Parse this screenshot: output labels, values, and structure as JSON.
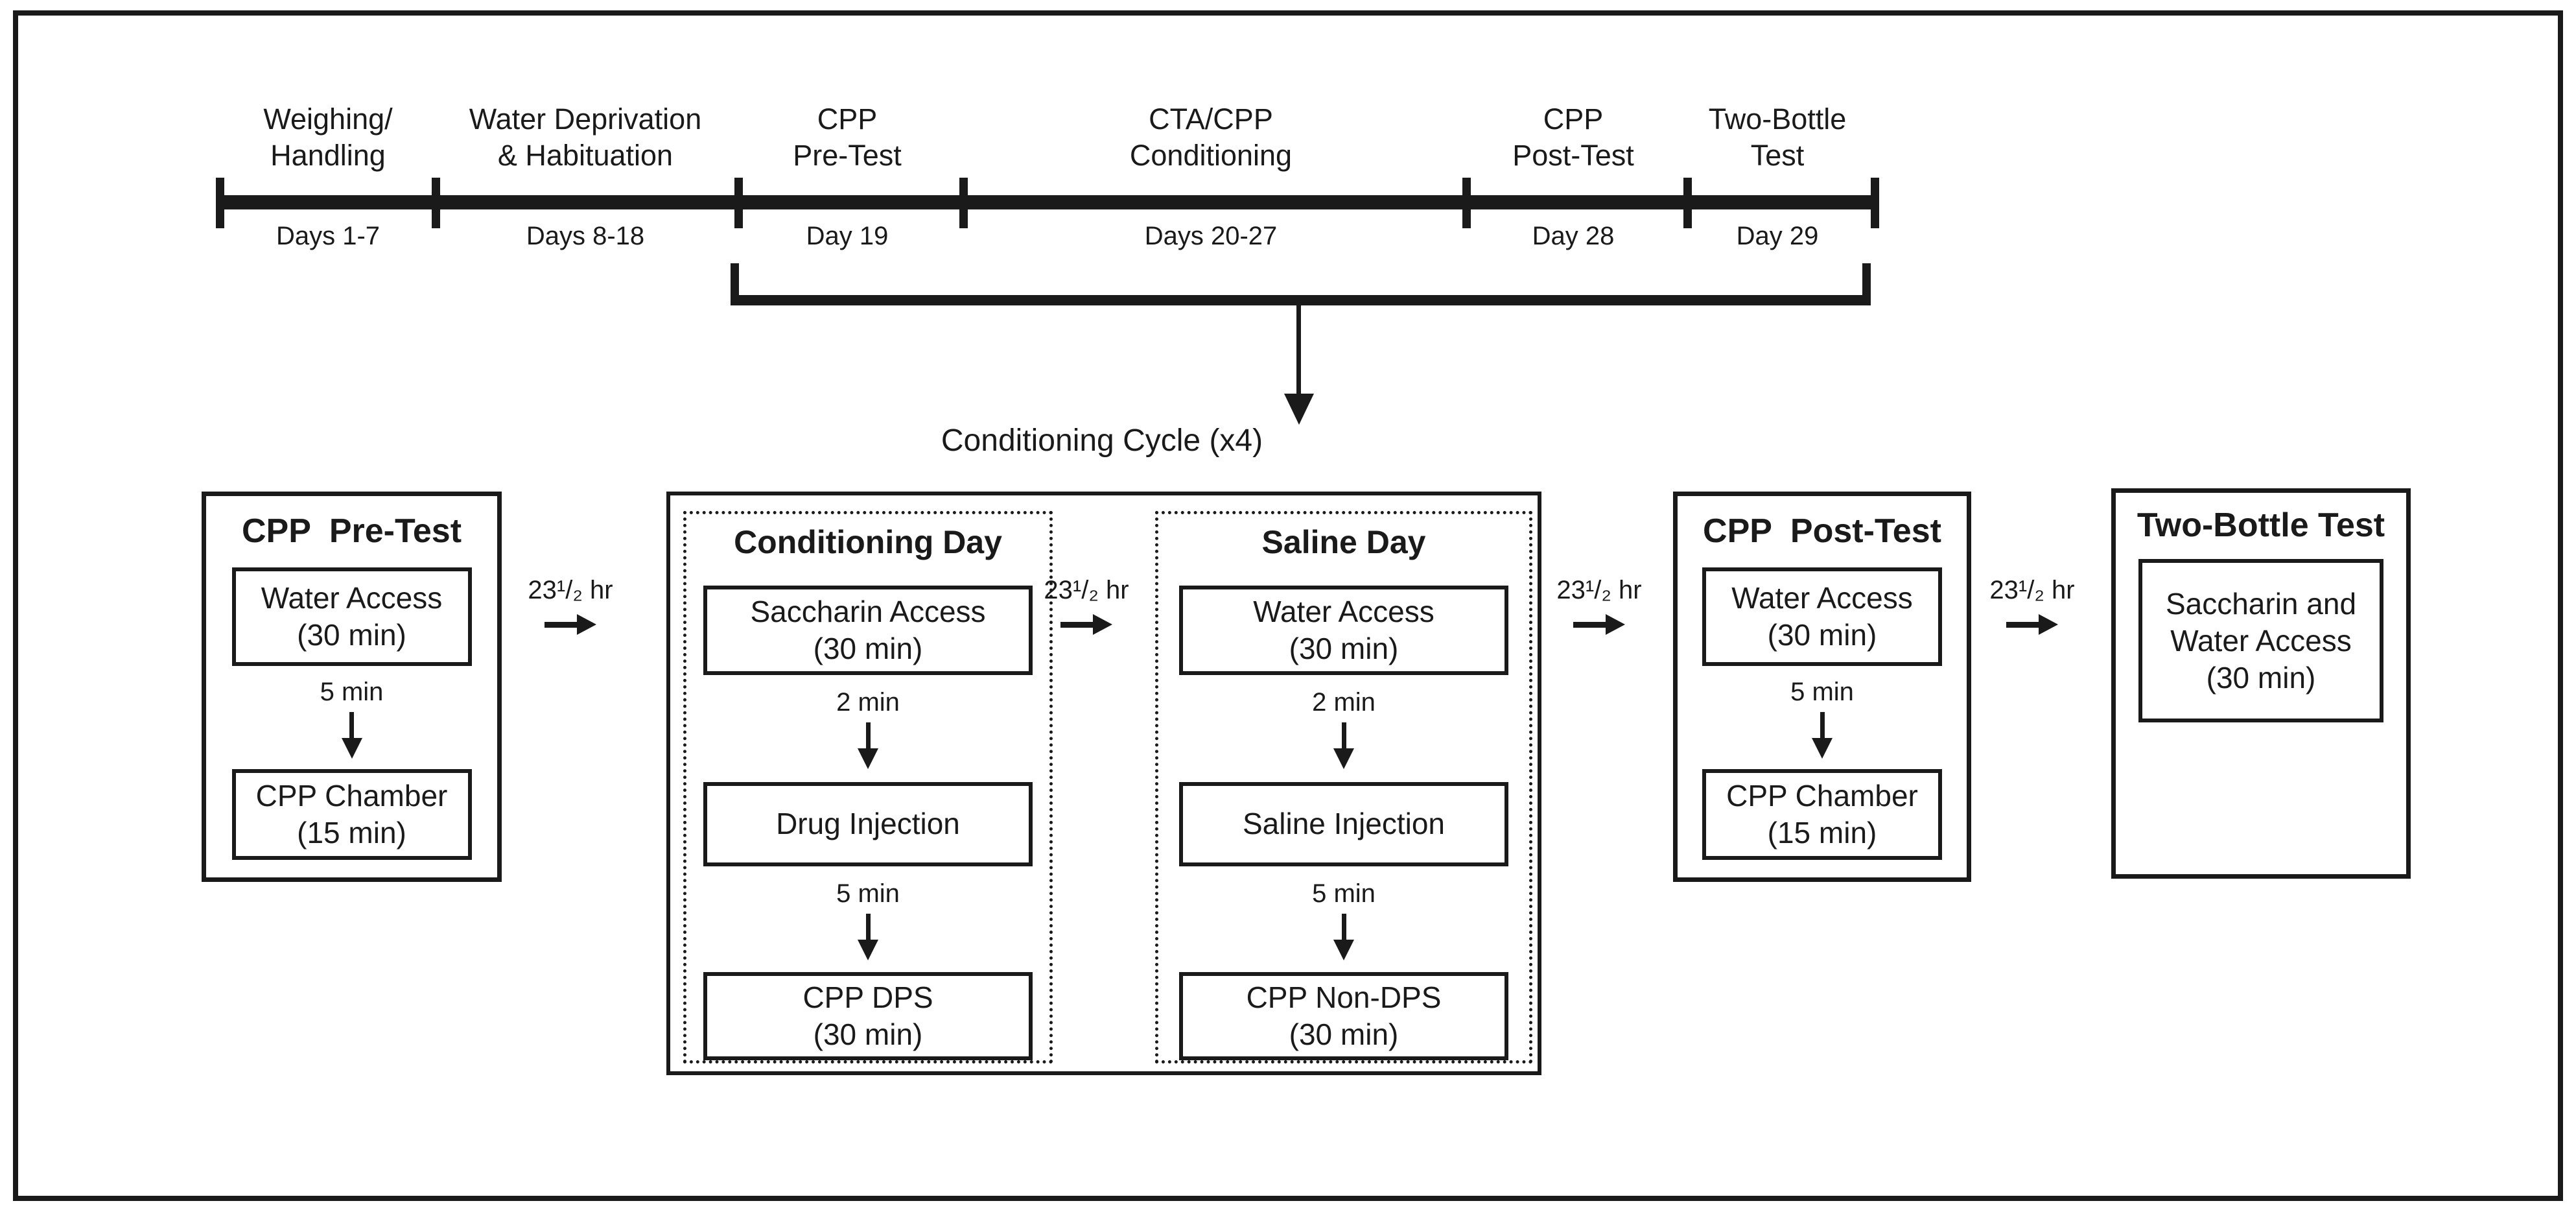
{
  "figure": {
    "timeline": {
      "segments": [
        {
          "label_line1": "Weighing/",
          "label_line2": "Handling",
          "days": "Days 1-7"
        },
        {
          "label_line1": "Water Deprivation",
          "label_line2": "& Habituation",
          "days": "Days 8-18"
        },
        {
          "label_line1": "CPP",
          "label_line2": "Pre-Test",
          "days": "Day 19"
        },
        {
          "label_line1": "CTA/CPP",
          "label_line2": "Conditioning",
          "days": "Days 20-27"
        },
        {
          "label_line1": "CPP",
          "label_line2": "Post-Test",
          "days": "Day 28"
        },
        {
          "label_line1": "Two-Bottle",
          "label_line2": "Test",
          "days": "Day 29"
        }
      ]
    },
    "cycle_label": "Conditioning Cycle (x4)",
    "transitions": [
      {
        "label": "23¹/₂ hr"
      },
      {
        "label": "23¹/₂ hr"
      },
      {
        "label": "23¹/₂ hr"
      },
      {
        "label": "23¹/₂ hr"
      }
    ],
    "pretest": {
      "title": "CPP  Pre-Test",
      "step1": {
        "label": "Water Access",
        "duration": "(30 min)"
      },
      "delay1": "5 min",
      "step2": {
        "label": "CPP Chamber",
        "duration": "(15 min)"
      }
    },
    "conditioning_day": {
      "title": "Conditioning Day",
      "step1": {
        "label": "Saccharin Access",
        "duration": "(30 min)"
      },
      "delay1": "2 min",
      "step2": {
        "label": "Drug Injection"
      },
      "delay2": "5 min",
      "step3": {
        "label": "CPP DPS",
        "duration": "(30 min)"
      }
    },
    "saline_day": {
      "title": "Saline Day",
      "step1": {
        "label": "Water Access",
        "duration": "(30 min)"
      },
      "delay1": "2 min",
      "step2": {
        "label": "Saline Injection"
      },
      "delay2": "5 min",
      "step3": {
        "label": "CPP Non-DPS",
        "duration": "(30 min)"
      }
    },
    "posttest": {
      "title": "CPP  Post-Test",
      "step1": {
        "label": "Water Access",
        "duration": "(30 min)"
      },
      "delay1": "5 min",
      "step2": {
        "label": "CPP Chamber",
        "duration": "(15 min)"
      }
    },
    "two_bottle": {
      "title": "Two-Bottle Test",
      "step1": {
        "label": "Saccharin and Water Access",
        "duration": "(30 min)"
      }
    },
    "colors": {
      "ink": "#1a1a1a",
      "background": "#ffffff"
    }
  }
}
